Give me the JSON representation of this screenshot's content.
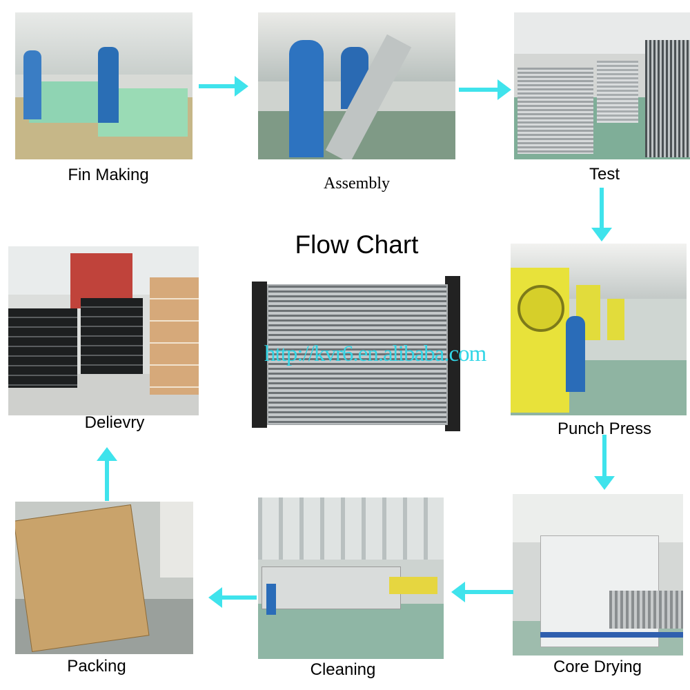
{
  "title": "Flow Chart",
  "watermark": "http://kvr6.en.alibaba.com",
  "steps": [
    {
      "label": "Fin Making"
    },
    {
      "label": "Assembly"
    },
    {
      "label": "Test"
    },
    {
      "label": "Punch Press"
    },
    {
      "label": "Core Drying"
    },
    {
      "label": "Cleaning"
    },
    {
      "label": "Packing"
    },
    {
      "label": "Delievry"
    }
  ],
  "colors": {
    "arrow": "#3fe3ec",
    "watermark": "#33d6e6"
  }
}
